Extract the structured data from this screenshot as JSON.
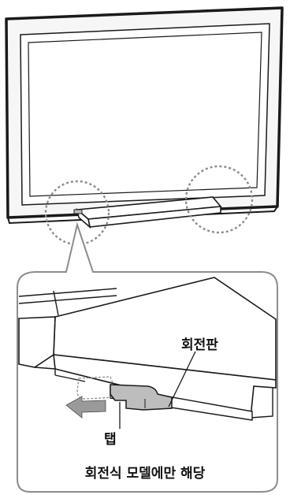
{
  "labels": {
    "swivel_plate": "회전판",
    "tab": "탭",
    "note": "회전식 모델에만 해당"
  },
  "colors": {
    "line": "#1a1a1a",
    "tv_bezel": "#f6f6f6",
    "dotted_circle": "#8c8c8c",
    "tab_fill": "#bdbdbd",
    "arrow_fill": "#9a9a9a",
    "callout_border": "#8c8c8c"
  }
}
